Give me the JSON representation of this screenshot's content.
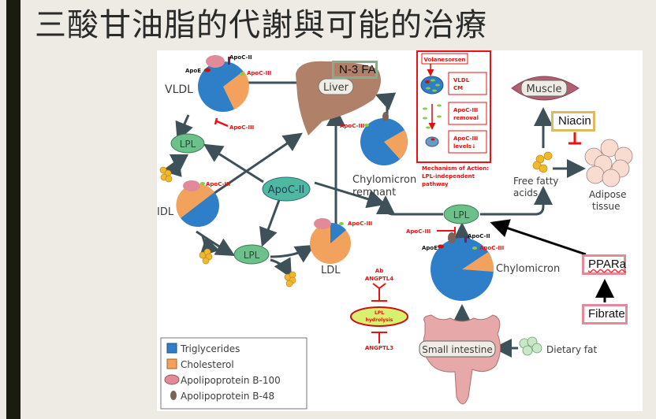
{
  "slide": {
    "title": "三酸甘油脂的代謝與可能的治療"
  },
  "colors": {
    "background": "#eeebe4",
    "accent_bar": "#1b1b10",
    "triglycerides": "#2f7fc8",
    "cholesterol": "#f2a25c",
    "lpl_fill": "#6cc08a",
    "apoc2_fill": "#4fb8a0",
    "inhibitor_red": "#ee1111",
    "arrow": "#3e5058"
  },
  "diagram": {
    "particles": {
      "vldl": "VLDL",
      "idl": "IDL",
      "ldl": "LDL",
      "chylomicron": "Chylomicron",
      "chylomicron_remnant_line1": "Chylomicron",
      "chylomicron_remnant_line2": "remnant"
    },
    "organs": {
      "liver": "Liver",
      "muscle": "Muscle",
      "small_intestine": "Small intestine",
      "adipose_line1": "Adipose",
      "adipose_line2": "tissue"
    },
    "enzymes": {
      "lpl": "LPL",
      "apoc2": "ApoC-II"
    },
    "apo_labels": {
      "apoc2": "ApoC-II",
      "apoc3": "ApoC-III",
      "apoe": "ApoE"
    },
    "free_fatty_acids_line1": "Free fatty",
    "free_fatty_acids_line2": "acids",
    "dietary_fat": "Dietary fat",
    "volanesorsen_panel": {
      "drug": "Volanesorsen",
      "step1_line1": "VLDL",
      "step1_line2": "CM",
      "step2_line1": "ApoC-III",
      "step2_line2": "removal",
      "step3_line1": "ApoC-III",
      "step3_line2": "levels↓",
      "caption_line1": "Mechanism of Action:",
      "caption_line2": "LPL-independent",
      "caption_line3": "pathway"
    },
    "angptl": {
      "ab_line1": "Ab",
      "ab_line2": "ANGPTL4",
      "lpl_line1": "LPL",
      "lpl_line2": "hydrolysis",
      "angptl3": "ANGPTL3"
    },
    "legend": [
      {
        "label": "Triglycerides",
        "icon": "blue-square"
      },
      {
        "label": "Cholesterol",
        "icon": "orange-square"
      },
      {
        "label": "Apolipoprotein B-100",
        "icon": "pink-ellipse"
      },
      {
        "label": "Apolipoprotein B-48",
        "icon": "brown-ellipse"
      }
    ]
  },
  "annotations": {
    "n3fa": "N-3 FA",
    "niacin": "Niacin",
    "pparа_note": "",
    "ppara": "PPARa",
    "fibrate": "Fibrate"
  }
}
